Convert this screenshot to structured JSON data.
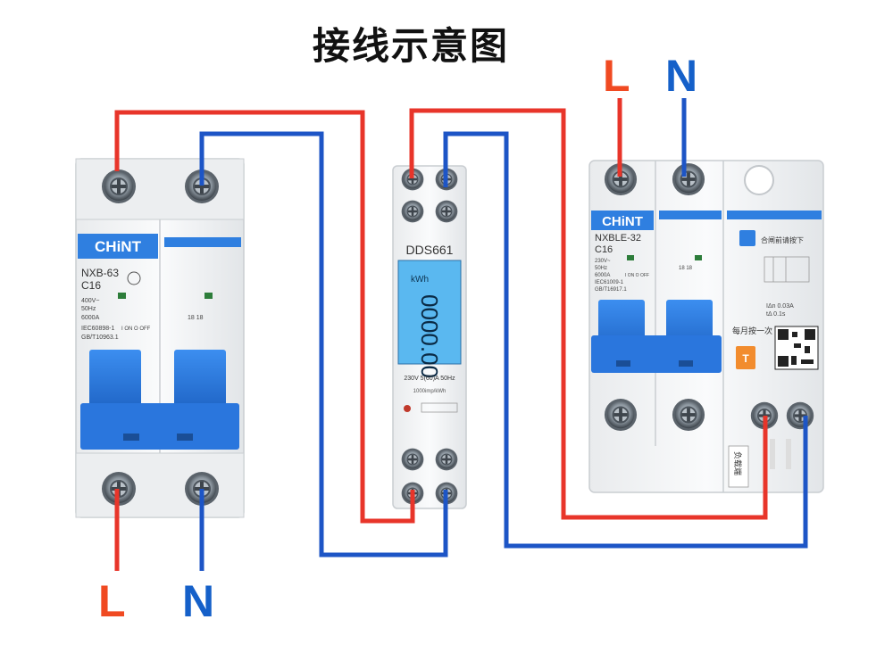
{
  "title": "接线示意图",
  "labels": {
    "top_L": "L",
    "top_N": "N",
    "bottom_L": "L",
    "bottom_N": "N"
  },
  "colors": {
    "live_wire": "#e8352a",
    "neutral_wire": "#1d55c6",
    "brand_blue": "#2f7fe0",
    "screen": "#5ab8f0",
    "test_button": "#f28c2e"
  },
  "breaker_left": {
    "brand": "CHiNT",
    "model": "NXB-63",
    "rating": "C16",
    "voltage": "400V~",
    "freq": "50Hz",
    "capacity": "6000A",
    "standard1": "IEC60898-1",
    "standard2": "GB/T10963.1",
    "on_off": "I ON O OFF",
    "pole_code": "18 18"
  },
  "meter": {
    "model": "DDS661",
    "unit_kwh": "kWh",
    "reading": "0000.00",
    "spec": "230V 5(60)A 50Hz",
    "impulse": "1000imp/kWh"
  },
  "rcbo": {
    "brand": "CHiNT",
    "model": "NXBLE-32",
    "rating": "C16",
    "voltage": "230V~",
    "freq": "50Hz",
    "capacity": "6000A",
    "standard1": "IEC61009-1",
    "standard2": "GB/T16917.1",
    "on_off": "I ON O OFF",
    "pole_code": "18 18",
    "close_hint": "合闸前请按下",
    "monthly_test": "每月按一次",
    "test_btn": "T",
    "trip_current": "IΔn 0.03A",
    "trip_time": "tΔ 0.1s",
    "load_tag": "负载端"
  }
}
